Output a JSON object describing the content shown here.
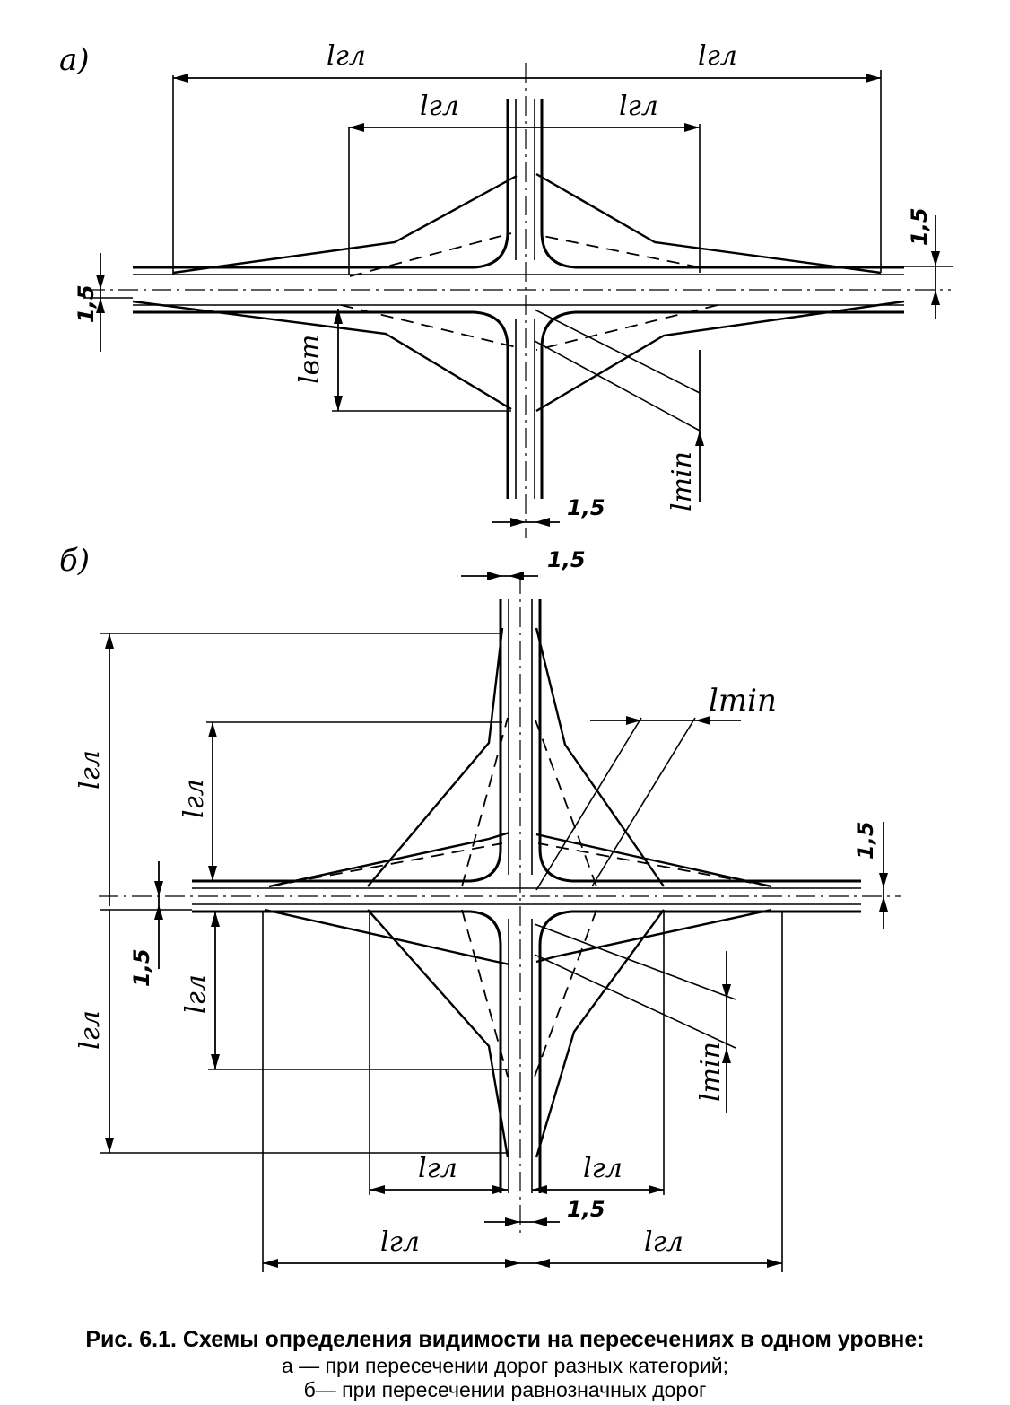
{
  "figure": {
    "panel_a_label": "а)",
    "panel_b_label": "б)",
    "l_main": "lгл",
    "l_secondary": "lвт",
    "l_min": "lmin",
    "offset": "1,5"
  },
  "caption": {
    "title": "Рис. 6.1. Схемы определения видимости на пересечениях в одном уровне:",
    "line_a": "а — при пересечении дорог разных категорий;",
    "line_b": "б— при пересечении равнозначных дорог"
  }
}
